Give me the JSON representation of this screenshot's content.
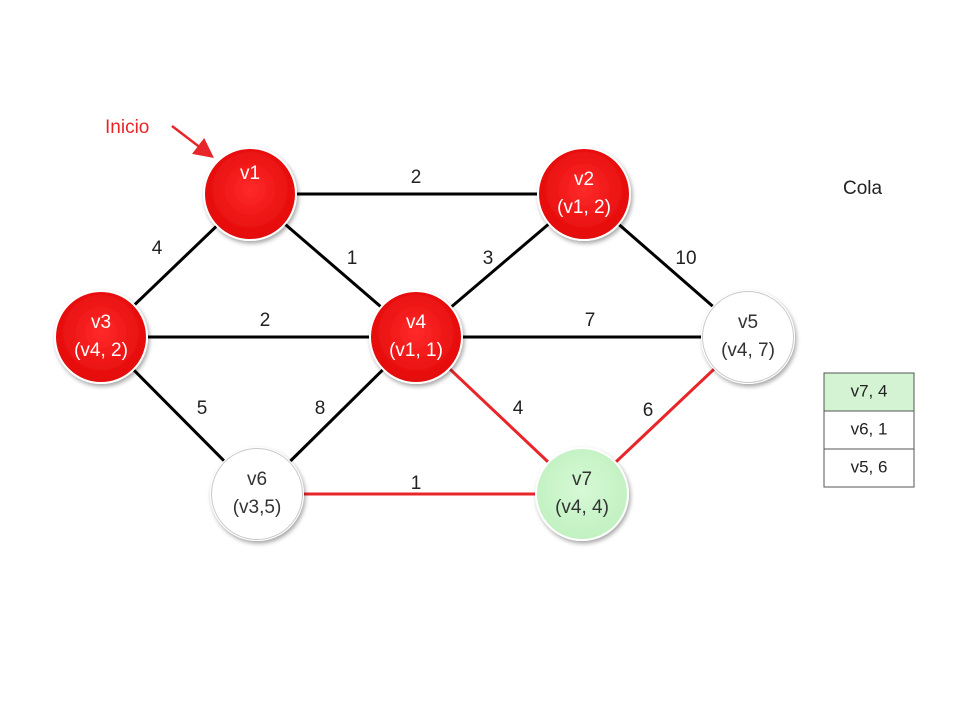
{
  "start": {
    "label": "Inicio",
    "target": "v1"
  },
  "queue": {
    "title": "Cola",
    "items": [
      "v7, 4",
      "v6, 1",
      "v5, 6"
    ],
    "first_color": "#d4f3d2"
  },
  "colors": {
    "visited": "#ee1010",
    "unvisited": "#ffffff",
    "current": "#c8f5c8",
    "edge": "#000000",
    "edge_active": "#e8262a",
    "start": "#e8262a"
  },
  "nodes": [
    {
      "id": "v1",
      "line1": "v1",
      "line2": "",
      "state": "visited"
    },
    {
      "id": "v2",
      "line1": "v2",
      "line2": "(v1, 2)",
      "state": "visited"
    },
    {
      "id": "v3",
      "line1": "v3",
      "line2": "(v4, 2)",
      "state": "visited"
    },
    {
      "id": "v4",
      "line1": "v4",
      "line2": "(v1, 1)",
      "state": "visited"
    },
    {
      "id": "v5",
      "line1": "v5",
      "line2": "(v4, 7)",
      "state": "unvisited"
    },
    {
      "id": "v6",
      "line1": "v6",
      "line2": "(v3,5)",
      "state": "unvisited"
    },
    {
      "id": "v7",
      "line1": "v7",
      "line2": "(v4, 4)",
      "state": "current"
    }
  ],
  "edges": [
    {
      "from": "v1",
      "to": "v2",
      "weight": "2",
      "active": false
    },
    {
      "from": "v1",
      "to": "v3",
      "weight": "4",
      "active": false
    },
    {
      "from": "v1",
      "to": "v4",
      "weight": "1",
      "active": false
    },
    {
      "from": "v4",
      "to": "v2",
      "weight": "3",
      "active": false
    },
    {
      "from": "v2",
      "to": "v5",
      "weight": "10",
      "active": false
    },
    {
      "from": "v3",
      "to": "v4",
      "weight": "2",
      "active": false
    },
    {
      "from": "v4",
      "to": "v5",
      "weight": "7",
      "active": false
    },
    {
      "from": "v3",
      "to": "v6",
      "weight": "5",
      "active": false
    },
    {
      "from": "v4",
      "to": "v6",
      "weight": "8",
      "active": false
    },
    {
      "from": "v4",
      "to": "v7",
      "weight": "4",
      "active": true
    },
    {
      "from": "v7",
      "to": "v5",
      "weight": "6",
      "active": true
    },
    {
      "from": "v6",
      "to": "v7",
      "weight": "1",
      "active": true
    }
  ]
}
